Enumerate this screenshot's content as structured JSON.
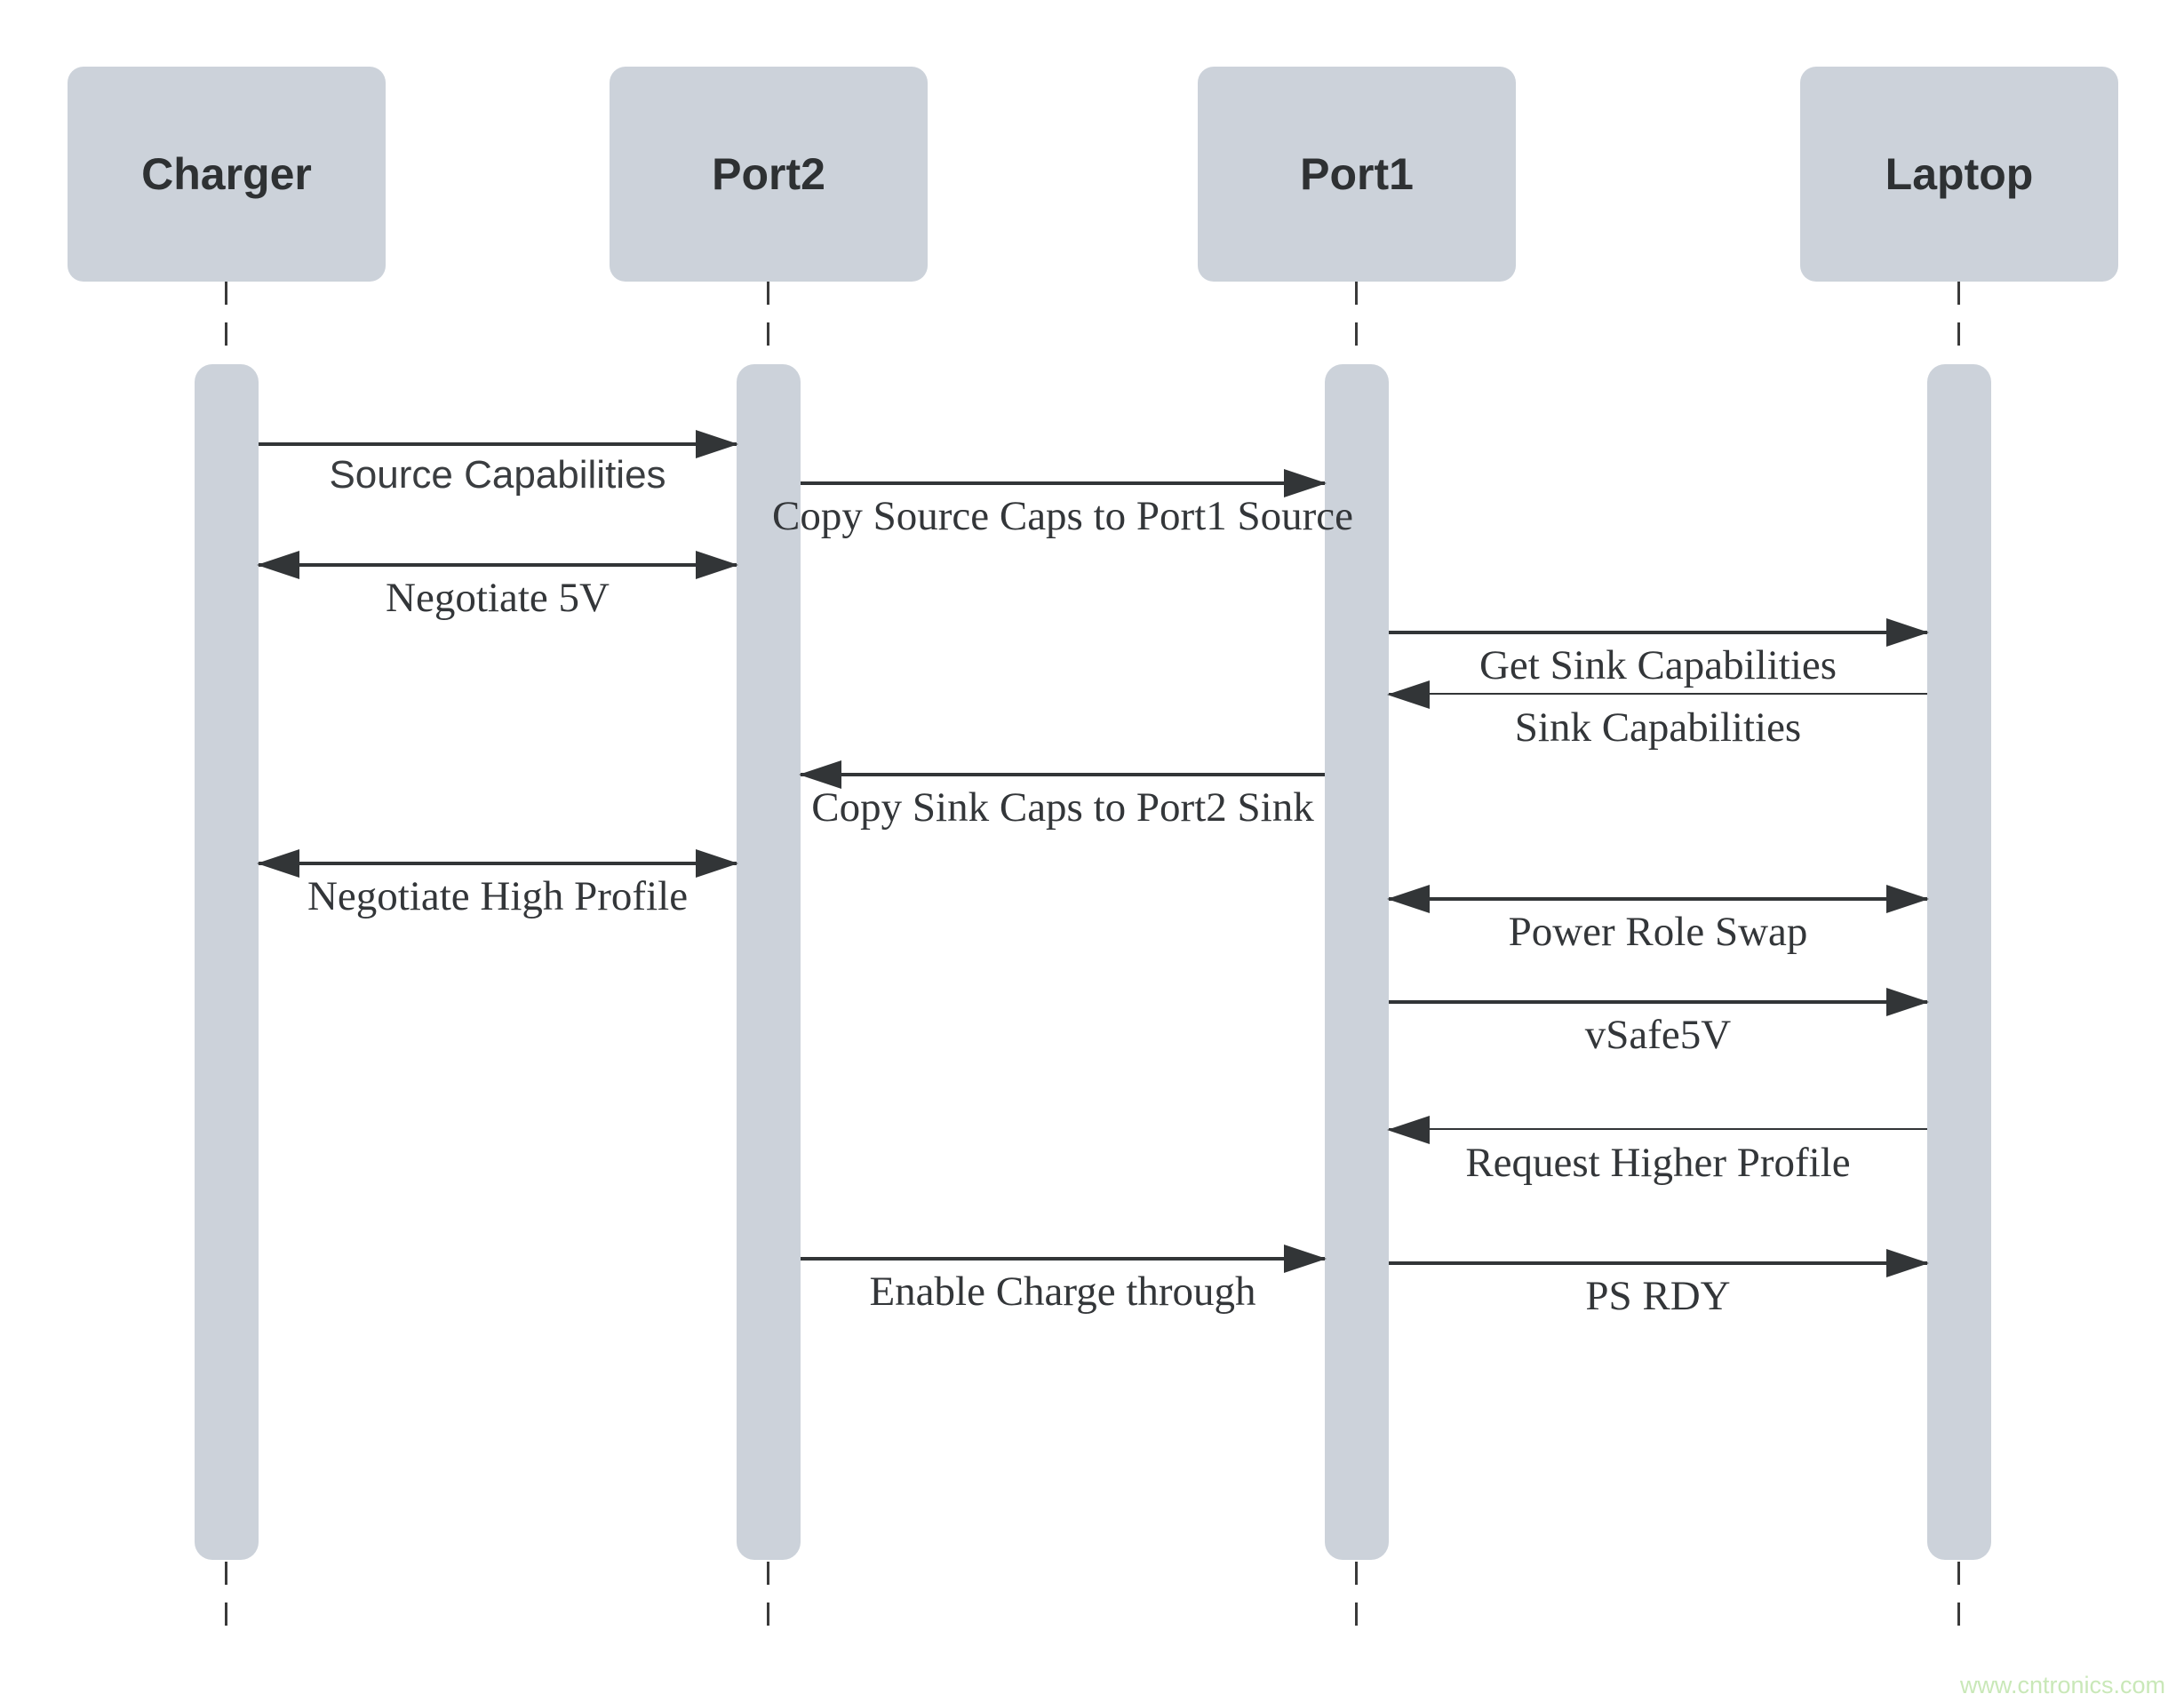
{
  "diagram": {
    "type": "sequence-diagram",
    "subject": "USB Power Delivery charge-through negotiation",
    "background_color": "#ffffff",
    "actor_fill_color": "#ccd2da",
    "line_color": "#323537",
    "text_color": "#333639"
  },
  "actors": [
    {
      "id": "charger",
      "label": "Charger"
    },
    {
      "id": "port2",
      "label": "Port2"
    },
    {
      "id": "port1",
      "label": "Port1"
    },
    {
      "id": "laptop",
      "label": "Laptop"
    }
  ],
  "messages": [
    {
      "id": "source-capabilities",
      "label": "Source Capabilities",
      "from": "Charger",
      "to": "Port2",
      "direction": "right"
    },
    {
      "id": "copy-source-caps",
      "label": "Copy Source Caps to Port1 Source",
      "from": "Port2",
      "to": "Port1",
      "direction": "right"
    },
    {
      "id": "negotiate-5v",
      "label": "Negotiate 5V",
      "from": "Charger",
      "to": "Port2",
      "direction": "both"
    },
    {
      "id": "get-sink-capabilities",
      "label": "Get Sink Capabilities",
      "from": "Port1",
      "to": "Laptop",
      "direction": "right"
    },
    {
      "id": "sink-capabilities",
      "label": "Sink Capabilities",
      "from": "Laptop",
      "to": "Port1",
      "direction": "left"
    },
    {
      "id": "copy-sink-caps",
      "label": "Copy Sink Caps to Port2 Sink",
      "from": "Port1",
      "to": "Port2",
      "direction": "left"
    },
    {
      "id": "negotiate-high-profile",
      "label": "Negotiate High Profile",
      "from": "Charger",
      "to": "Port2",
      "direction": "both"
    },
    {
      "id": "power-role-swap",
      "label": "Power Role Swap",
      "from": "Port1",
      "to": "Laptop",
      "direction": "both"
    },
    {
      "id": "vsafe5v",
      "label": "vSafe5V",
      "from": "Port1",
      "to": "Laptop",
      "direction": "right"
    },
    {
      "id": "request-higher-profile",
      "label": "Request Higher Profile",
      "from": "Laptop",
      "to": "Port1",
      "direction": "left"
    },
    {
      "id": "enable-charge-through",
      "label": "Enable Charge through",
      "from": "Port2",
      "to": "Port1",
      "direction": "right"
    },
    {
      "id": "ps-rdy",
      "label": "PS RDY",
      "from": "Port1",
      "to": "Laptop",
      "direction": "right"
    }
  ],
  "watermark": {
    "text": "www.cntronics.com",
    "color": "#c9e8b8"
  }
}
